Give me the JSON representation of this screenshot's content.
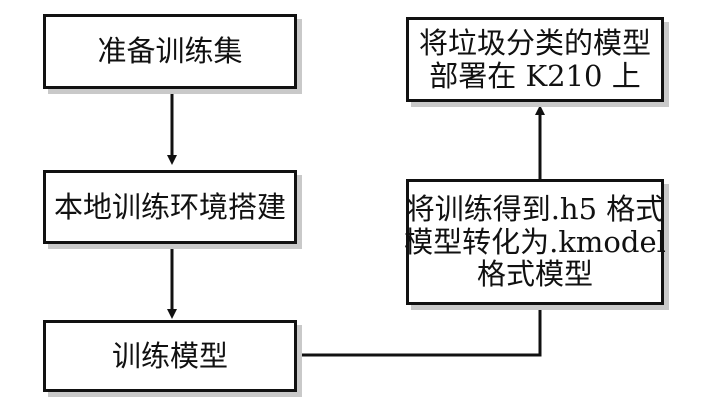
{
  "nodes": {
    "prepare_dataset": "准备训练集",
    "setup_local_env": "本地训练环境搭建",
    "train_model": "训练模型",
    "convert_model": [
      "将训练得到.h5 格式",
      "模型转化为.kmodel",
      "格式模型"
    ],
    "deploy_model": [
      "将垃圾分类的模型",
      "部署在 K210 上"
    ]
  },
  "colors": {
    "border": "#111111",
    "shadow": "#c9c9c9",
    "background": "#ffffff"
  }
}
